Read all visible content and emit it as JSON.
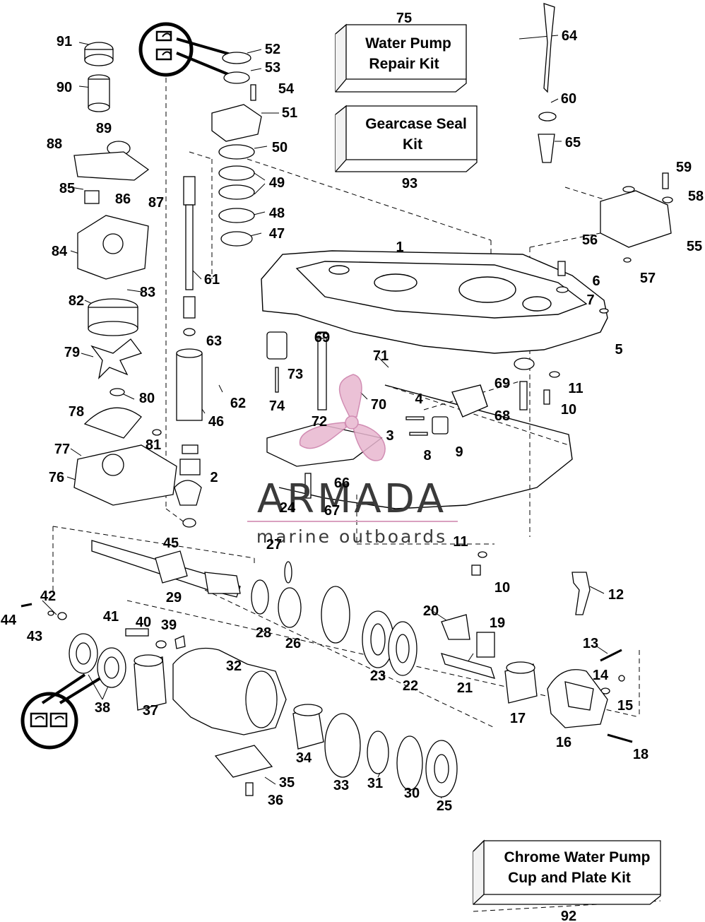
{
  "kits": [
    {
      "number": "75",
      "line1": "Water Pump",
      "line2": "Repair Kit"
    },
    {
      "number": "93",
      "line1": "Gearcase Seal",
      "line2": "Kit"
    },
    {
      "number": "92",
      "line1": "Chrome Water Pump",
      "line2": "Cup and Plate Kit"
    }
  ],
  "watermark": {
    "brand": "ARMADA",
    "tagline": "marine outboards",
    "accent_color": "#d9a0c0"
  },
  "part_numbers": [
    "1",
    "2",
    "3",
    "4",
    "5",
    "6",
    "7",
    "8",
    "9",
    "10",
    "10",
    "11",
    "11",
    "12",
    "13",
    "14",
    "15",
    "16",
    "17",
    "18",
    "19",
    "20",
    "21",
    "22",
    "23",
    "24",
    "25",
    "26",
    "27",
    "28",
    "29",
    "30",
    "31",
    "32",
    "33",
    "34",
    "35",
    "36",
    "37",
    "38",
    "39",
    "40",
    "41",
    "42",
    "43",
    "44",
    "45",
    "46",
    "47",
    "48",
    "49",
    "50",
    "51",
    "52",
    "53",
    "54",
    "55",
    "56",
    "57",
    "58",
    "59",
    "60",
    "61",
    "62",
    "63",
    "64",
    "65",
    "66",
    "67",
    "68",
    "69",
    "69",
    "70",
    "71",
    "72",
    "73",
    "74",
    "76",
    "77",
    "78",
    "79",
    "80",
    "81",
    "82",
    "83",
    "84",
    "85",
    "86",
    "87",
    "88",
    "89",
    "90",
    "91"
  ]
}
